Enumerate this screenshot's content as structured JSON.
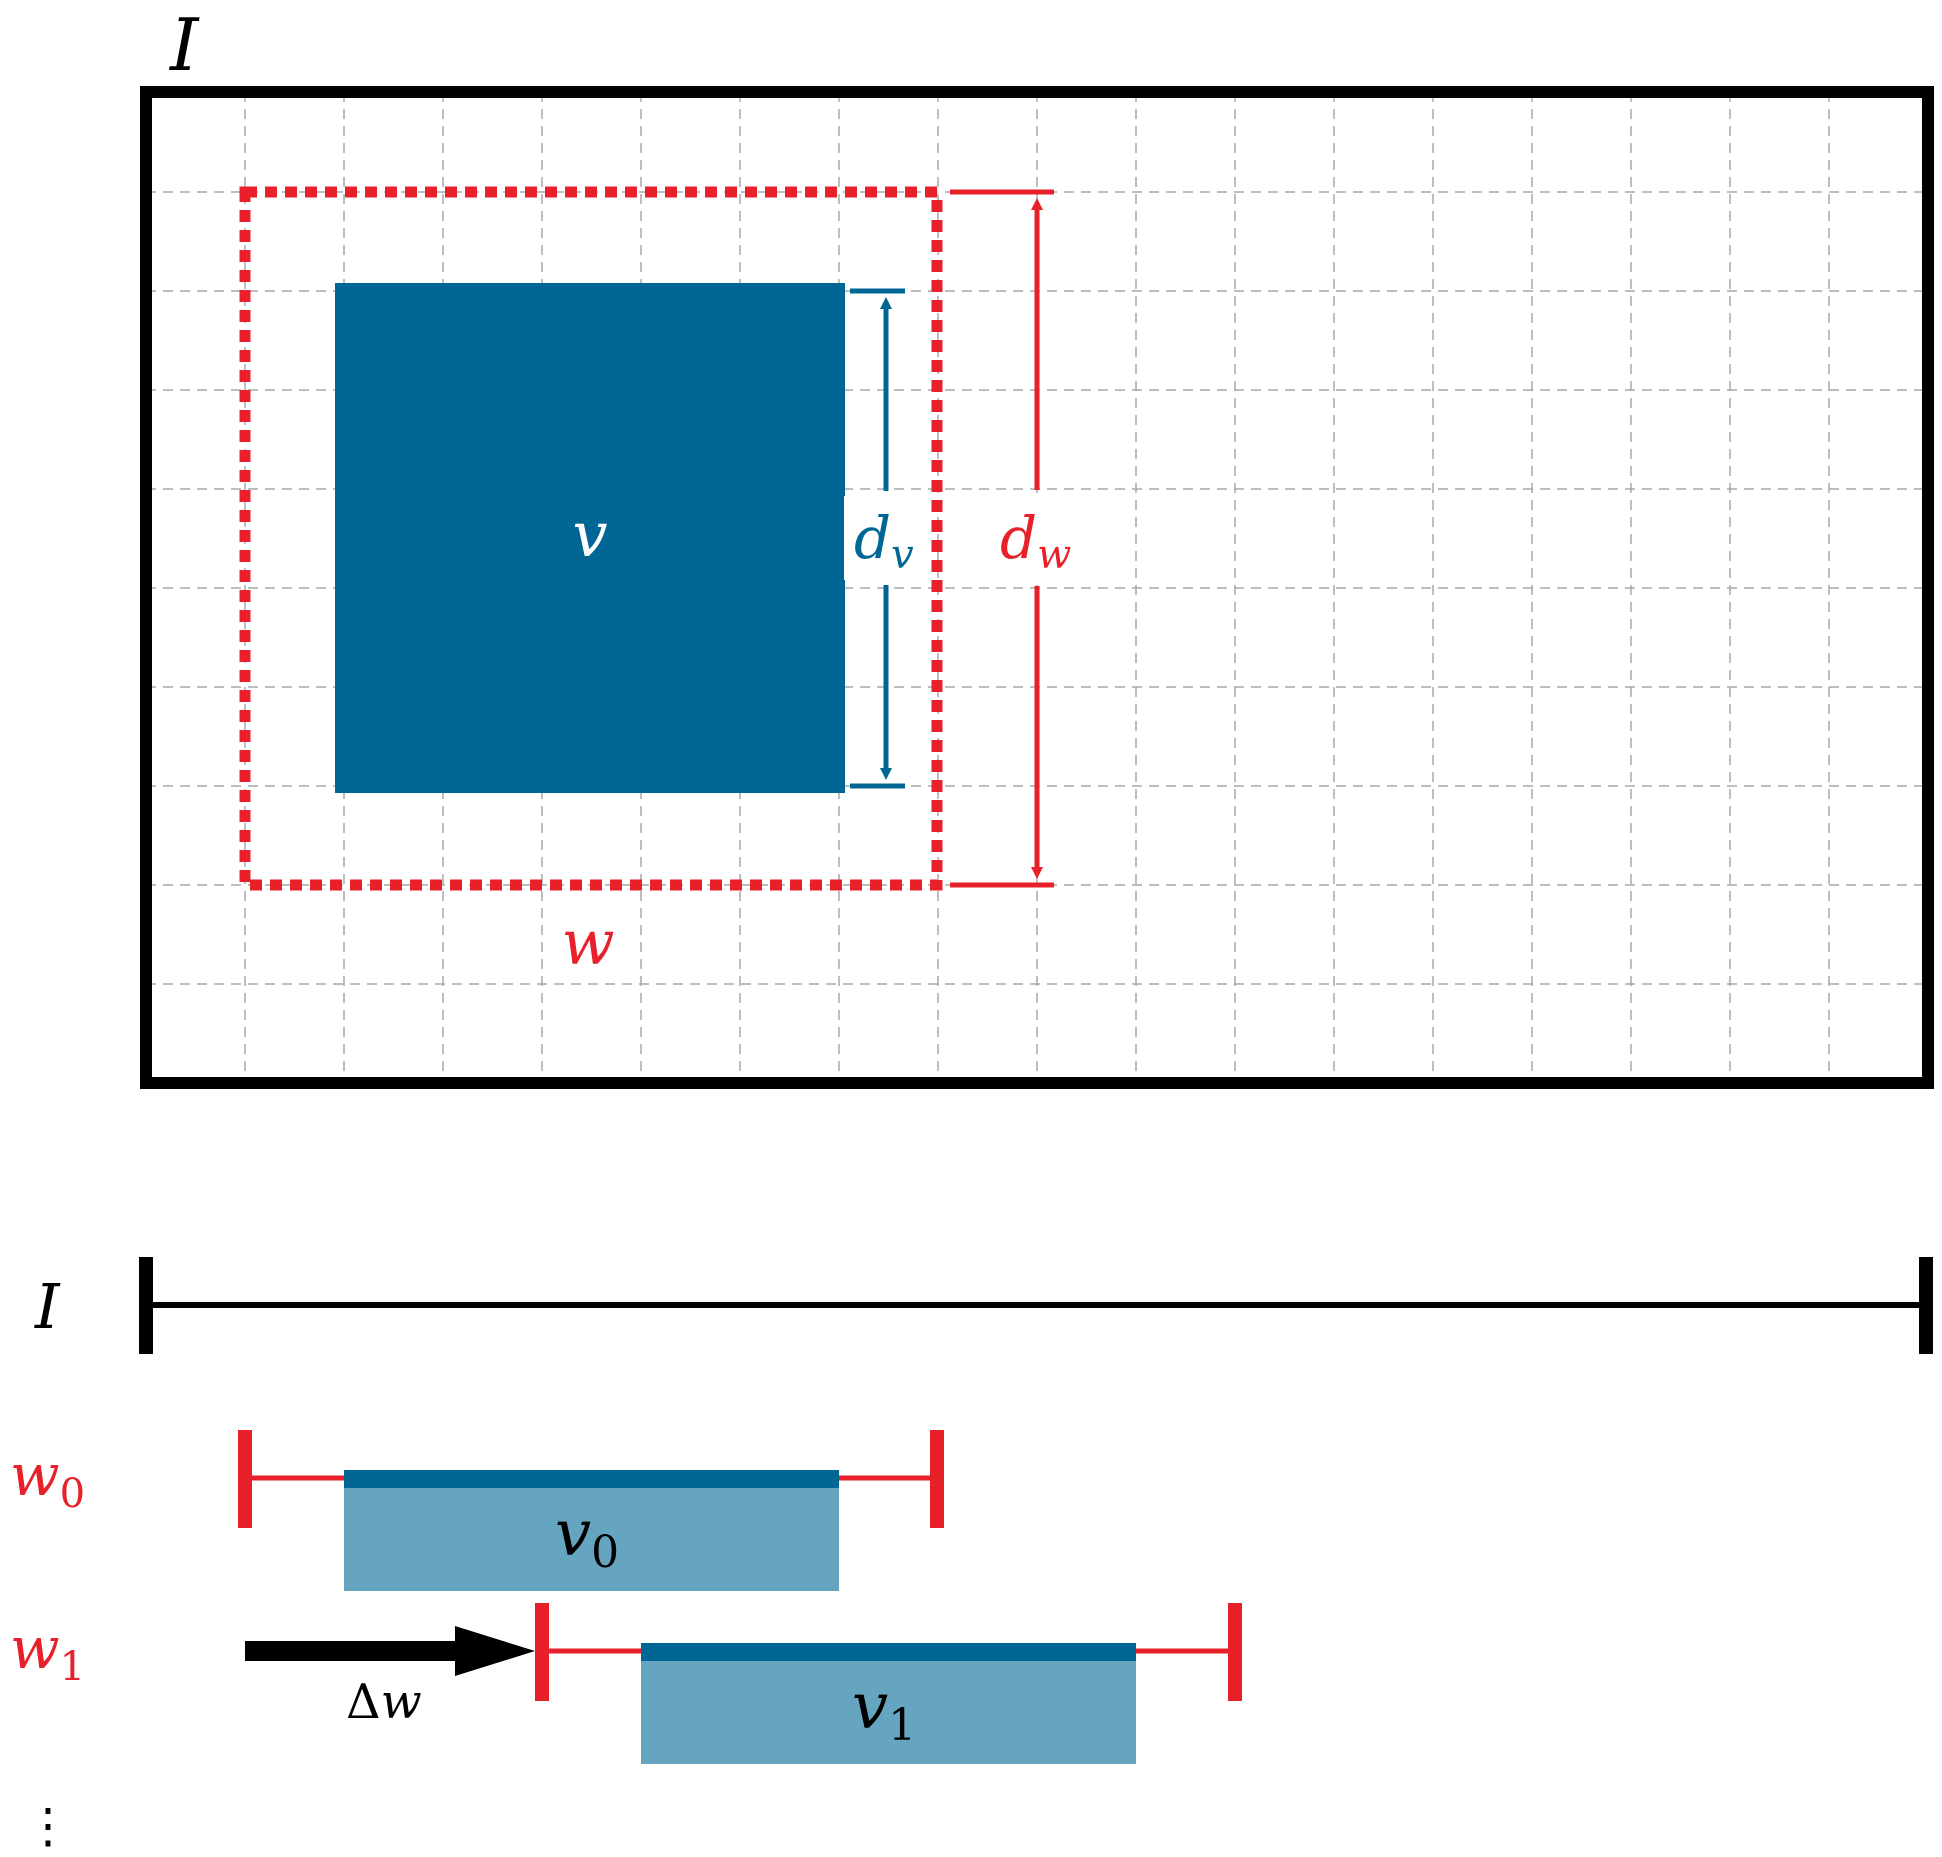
{
  "colors": {
    "frame": "#000000",
    "grid": "#a8a8a8",
    "window": "#e8202a",
    "object": "#006795",
    "object_light": "#66a5c0",
    "label_light": "#ffffff"
  },
  "top_panel": {
    "image_label": "I",
    "object_label": "v",
    "window_label": "w",
    "dv_label_base": "d",
    "dv_label_sub": "v",
    "dw_label_base": "d",
    "dw_label_sub": "w"
  },
  "bottom_panel": {
    "image_label": "I",
    "rows": [
      {
        "window_base": "w",
        "window_sub": "0",
        "object_base": "v",
        "object_sub": "0"
      },
      {
        "window_base": "w",
        "window_sub": "1",
        "object_base": "v",
        "object_sub": "1"
      }
    ],
    "shift_label_symbol": "Δ",
    "shift_label_var": "w",
    "ellipsis": "⋮"
  }
}
